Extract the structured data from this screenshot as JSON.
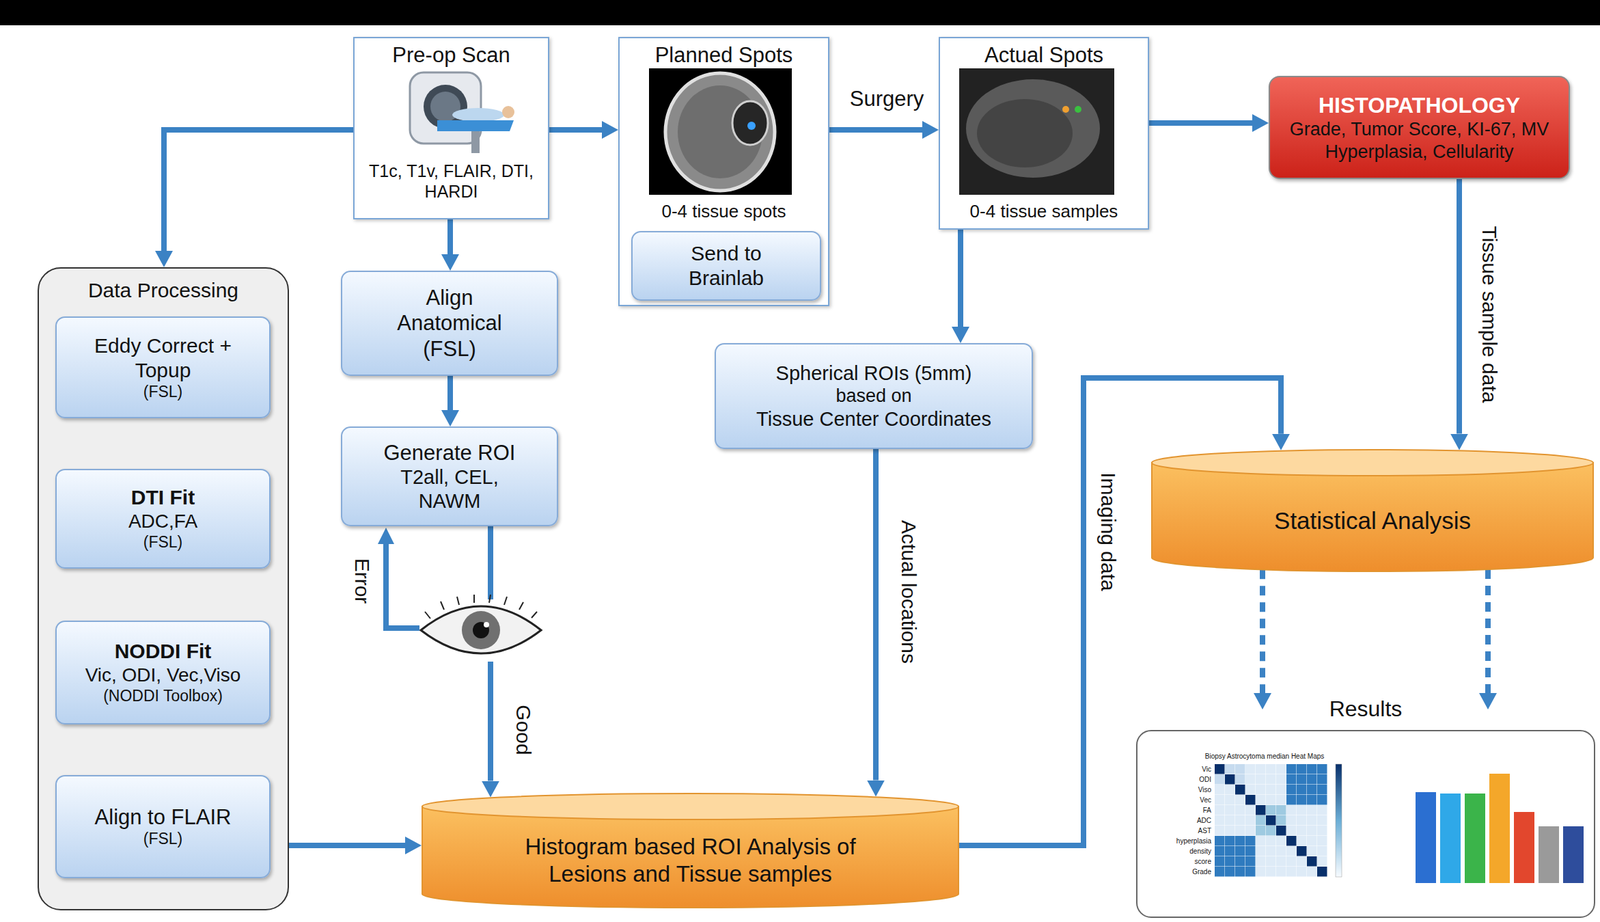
{
  "diagram": {
    "nodes": [
      {
        "text": [
          "Pre-op Scan",
          "T1c, T1v, FLAIR, DTI, HARDI"
        ]
      },
      {
        "text": [
          "Planned Spots",
          "0-4 tissue spots"
        ]
      },
      {
        "text": [
          "Send to Brainlab"
        ],
        "in": 1
      },
      {
        "text": [
          "Actual Spots",
          "0-4 tissue samples"
        ]
      },
      {
        "text": [
          "HISTOPATHOLOGY",
          "Grade, Tumor Score, KI-67, MV Hyperplasia, Cellularity"
        ]
      },
      {
        "text": [
          "Data Processing"
        ]
      },
      {
        "text": [
          "Eddy Correct + Topup",
          "(FSL)"
        ],
        "in": 5
      },
      {
        "text": [
          "DTI Fit",
          "ADC,FA",
          "(FSL)"
        ],
        "in": 5
      },
      {
        "text": [
          "NODDI Fit",
          "Vic, ODI, Vec,Viso",
          "(NODDI Toolbox)"
        ],
        "in": 5
      },
      {
        "text": [
          "Align to FLAIR",
          "(FSL)"
        ],
        "in": 5
      },
      {
        "text": [
          "Align Anatomical",
          "(FSL)"
        ]
      },
      {
        "text": [
          "Generate ROI",
          "T2all, CEL, NAWM"
        ]
      },
      {
        "text": [
          "Spherical ROIs (5mm)",
          "based on",
          "Tissue Center Coordinates"
        ]
      },
      {
        "text": [
          "Histogram based ROI Analysis of Lesions and Tissue samples"
        ]
      },
      {
        "text": [
          "Statistical Analysis"
        ]
      },
      {
        "text": [
          "Results"
        ]
      }
    ],
    "edges": [
      {
        "from": 0,
        "to": 1,
        "arrow": "to"
      },
      {
        "from": 1,
        "to": 3,
        "label": "Surgery",
        "arrow": "to"
      },
      {
        "from": 3,
        "to": 4,
        "arrow": "to"
      },
      {
        "from": 0,
        "to": 5,
        "arrow": "to"
      },
      {
        "from": 0,
        "to": 10,
        "arrow": "to"
      },
      {
        "from": 10,
        "to": 11,
        "arrow": "to"
      },
      {
        "from": 11,
        "to": 13,
        "label": "Good",
        "arrow": "to"
      },
      {
        "from": 5,
        "to": 13,
        "arrow": "to"
      },
      {
        "from": 3,
        "to": 12,
        "arrow": "to"
      },
      {
        "from": 12,
        "to": 13,
        "label": "Actual locations",
        "arrow": "to"
      },
      {
        "from": 13,
        "to": 14,
        "label": "Imaging data",
        "arrow": "to"
      },
      {
        "from": 4,
        "to": 14,
        "label": "Tissue sample data",
        "arrow": "to"
      },
      {
        "from": 14,
        "to": 15,
        "arrow": "to"
      },
      {
        "from": 14,
        "to": 15,
        "arrow": "to"
      }
    ],
    "labels": [
      "Error",
      "Biopsy Astrocytoma median Heat Maps",
      "Vic",
      "ODI",
      "Viso",
      "Vec",
      "FA",
      "ADC",
      "AST",
      "hyperplasia",
      "density",
      "score",
      "Grade"
    ]
  }
}
